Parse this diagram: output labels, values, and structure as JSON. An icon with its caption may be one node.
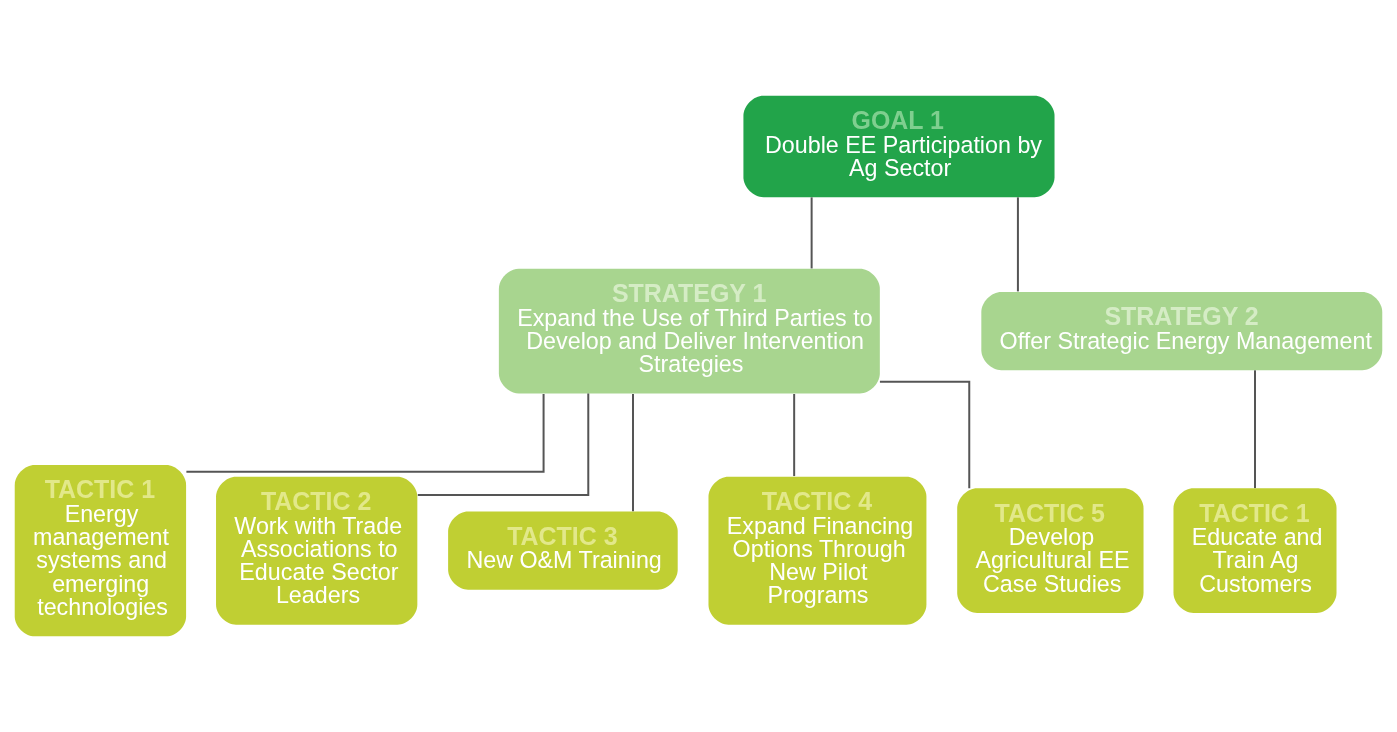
{
  "diagram": {
    "nodes": [
      {
        "text": [
          "GOAL 1",
          "Double EE Participation by Ag Sector"
        ]
      },
      {
        "text": [
          "STRATEGY 1",
          "Expand the Use of Third Parties to Develop and Deliver Intervention Strategies"
        ]
      },
      {
        "text": [
          "STRATEGY 2",
          "Offer Strategic Energy Management"
        ]
      },
      {
        "text": [
          "TACTIC 1",
          "Energy management systems and emerging technologies"
        ]
      },
      {
        "text": [
          "TACTIC 2",
          "Work with Trade Associations to Educate Sector Leaders"
        ]
      },
      {
        "text": [
          "TACTIC 3",
          "New O&M Training"
        ]
      },
      {
        "text": [
          "TACTIC 4",
          "Expand Financing Options Through New Pilot Programs"
        ]
      },
      {
        "text": [
          "TACTIC 5",
          "Develop Agricultural EE Case Studies"
        ]
      },
      {
        "text": [
          "TACTIC 1",
          "Educate and Train Ag Customers"
        ]
      }
    ],
    "edges": [
      {
        "from": 0,
        "to": 1,
        "arrow": "none"
      },
      {
        "from": 0,
        "to": 2,
        "arrow": "none"
      },
      {
        "from": 1,
        "to": 3,
        "arrow": "none"
      },
      {
        "from": 1,
        "to": 4,
        "arrow": "none"
      },
      {
        "from": 1,
        "to": 5,
        "arrow": "none"
      },
      {
        "from": 1,
        "to": 6,
        "arrow": "none"
      },
      {
        "from": 1,
        "to": 7,
        "arrow": "none"
      },
      {
        "from": 2,
        "to": 8,
        "arrow": "none"
      }
    ]
  }
}
